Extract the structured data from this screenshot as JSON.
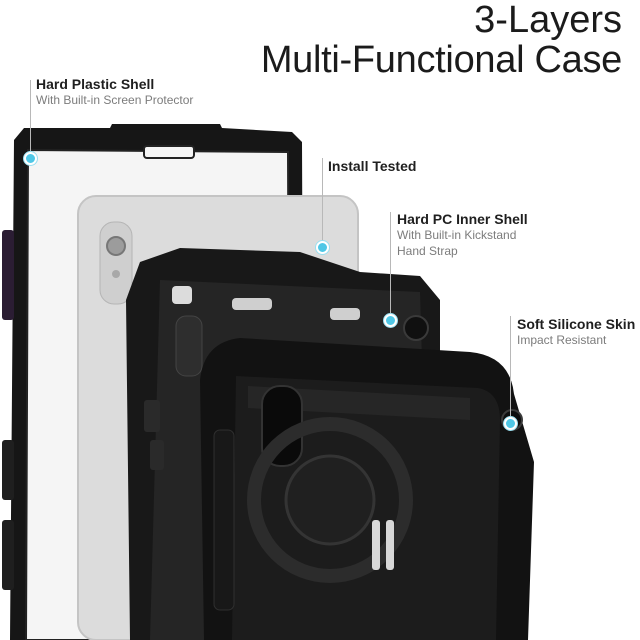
{
  "title": {
    "line1": "3-Layers",
    "line2": "Multi-Functional Case"
  },
  "callouts": {
    "hard_shell": {
      "label": "Hard Plastic Shell",
      "sub": "With Built-in Screen Protector"
    },
    "install": {
      "label": "Install Tested"
    },
    "inner_shell": {
      "label": "Hard PC Inner Shell",
      "sub1": "With Built-in Kickstand",
      "sub2": "Hand Strap"
    },
    "silicone": {
      "label": "Soft Silicone Skin",
      "sub": "Impact Resistant"
    }
  },
  "colors": {
    "accent_dot": "#4fc7e6",
    "case_black": "#141414",
    "tablet_silver": "#d9d9d9"
  }
}
